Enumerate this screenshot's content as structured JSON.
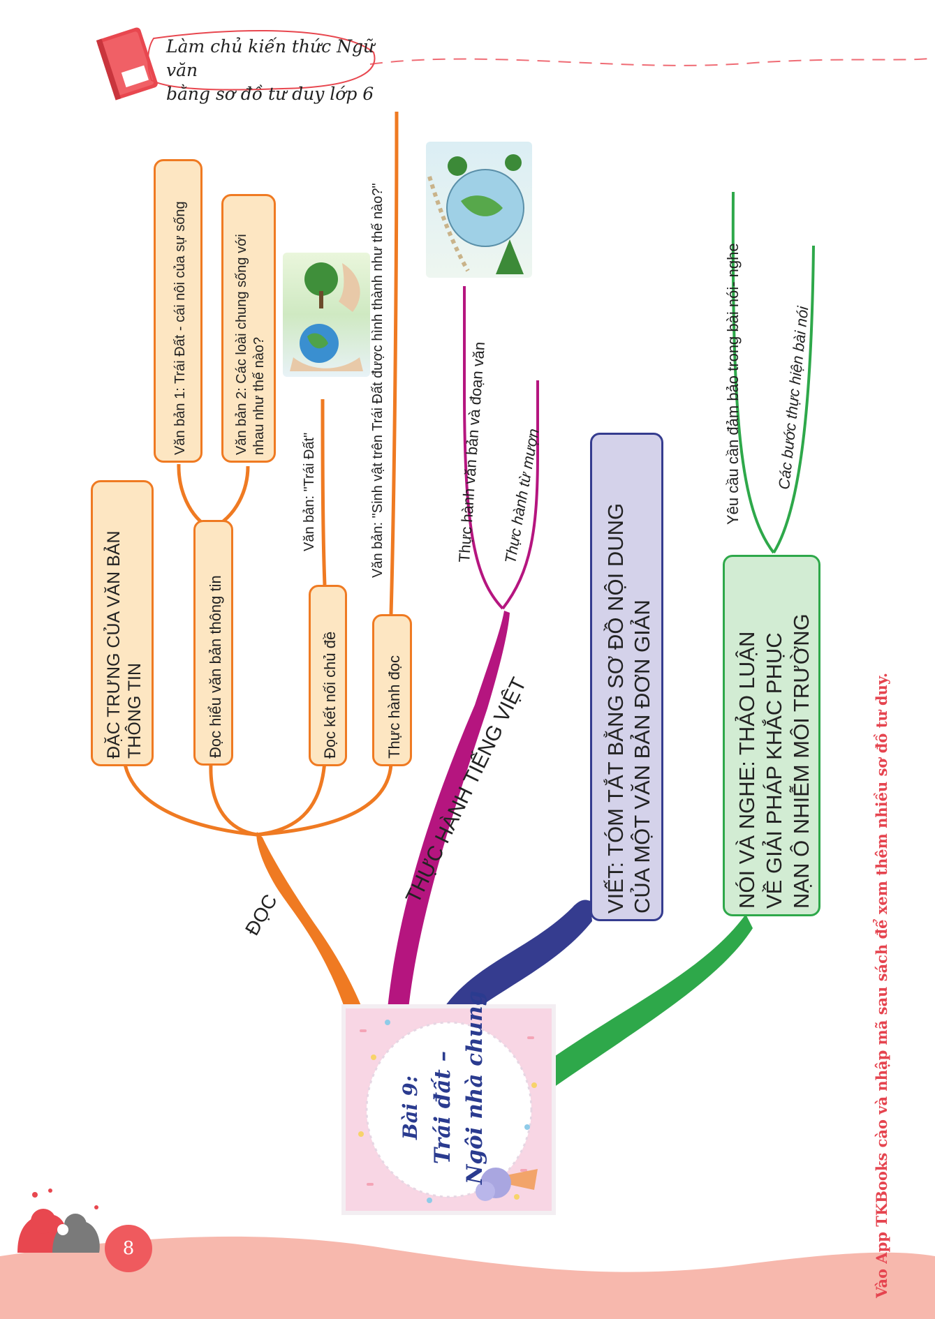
{
  "header": {
    "line1": "Làm chủ kiến thức Ngữ văn",
    "line2": "bằng sơ đồ tư duy lớp 6"
  },
  "center": {
    "line1": "Bài 9:",
    "line2": "Trái đất –",
    "line3": "Ngôi nhà chung"
  },
  "branches": {
    "doc": {
      "label": "ĐỌC",
      "color": "#ef7a22",
      "dac_trung": {
        "line1": "ĐẶC TRƯNG CỦA VĂN BẢN",
        "line2": "THÔNG TIN"
      },
      "doc_hieu": {
        "label": "Đọc hiểu văn bản thông tin",
        "van_ban_1": "Văn bản 1: Trái Đất - cái nôi của sự sống",
        "van_ban_2": {
          "line1": "Văn bản 2: Các loài chung sống với",
          "line2": "nhau như thế nào?"
        }
      },
      "doc_ket_noi": {
        "label": "Đọc kết nối chủ đề",
        "sub": "Văn bản: \"Trái Đất\""
      },
      "thuc_hanh_doc": {
        "label": "Thực hành đọc",
        "sub": "Văn bản: \"Sinh vật trên Trái Đất được hình thành như thế nào?\""
      }
    },
    "tieng_viet": {
      "label": "THỰC HÀNH TIẾNG VIỆT",
      "color": "#b5157f",
      "sub1": "Thực hành văn bản và đoạn văn",
      "sub2": "Thực hành từ mượn"
    },
    "viet": {
      "line1": "VIẾT: TÓM TẮT BẰNG SƠ ĐỒ NỘI DUNG",
      "line2": "CỦA MỘT VĂN BẢN ĐƠN GIẢN",
      "color": "#353c8f"
    },
    "noi_nghe": {
      "line1": "NÓI VÀ NGHE: THẢO LUẬN",
      "line2": "VỀ GIẢI PHÁP KHẮC PHỤC",
      "line3": "NẠN Ô NHIỄM MÔI TRƯỜNG",
      "color": "#2ea84a",
      "sub1": "Yêu cầu cần đảm bảo trong bài nói- nghe",
      "sub2": "Các bước thực hiện bài nói"
    }
  },
  "page_number": "8",
  "footer_note": "Vào App TKBooks cào và nhập mã sau sách để xem thêm nhiều sơ đồ tư duy."
}
